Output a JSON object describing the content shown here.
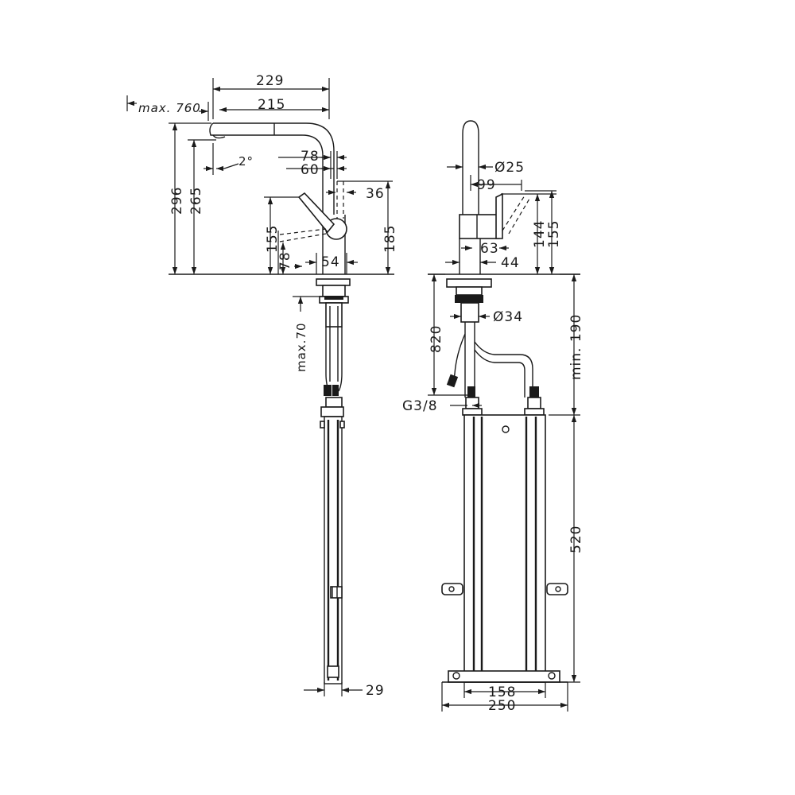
{
  "colors": {
    "line": "#1a1a1a",
    "background": "#ffffff"
  },
  "side_view": {
    "dim_229": "229",
    "dim_215": "215",
    "dim_max760": "max. 760",
    "dim_296": "296",
    "dim_265": "265",
    "dim_2deg": "2°",
    "dim_78_top": "78",
    "dim_60": "60",
    "dim_36": "36",
    "dim_155": "155",
    "dim_185": "185",
    "dim_78_bottom": "78",
    "dim_54": "54",
    "dim_max70": "max.70",
    "dim_29": "29"
  },
  "front_view": {
    "dim_d25": "Ø25",
    "dim_99": "99",
    "dim_144": "144",
    "dim_155": "155",
    "dim_63": "63",
    "dim_44": "44",
    "dim_820": "820",
    "dim_d34": "Ø34",
    "dim_min190": "min. 190",
    "dim_g38": "G3/8",
    "dim_520": "520",
    "dim_158": "158",
    "dim_250": "250"
  }
}
